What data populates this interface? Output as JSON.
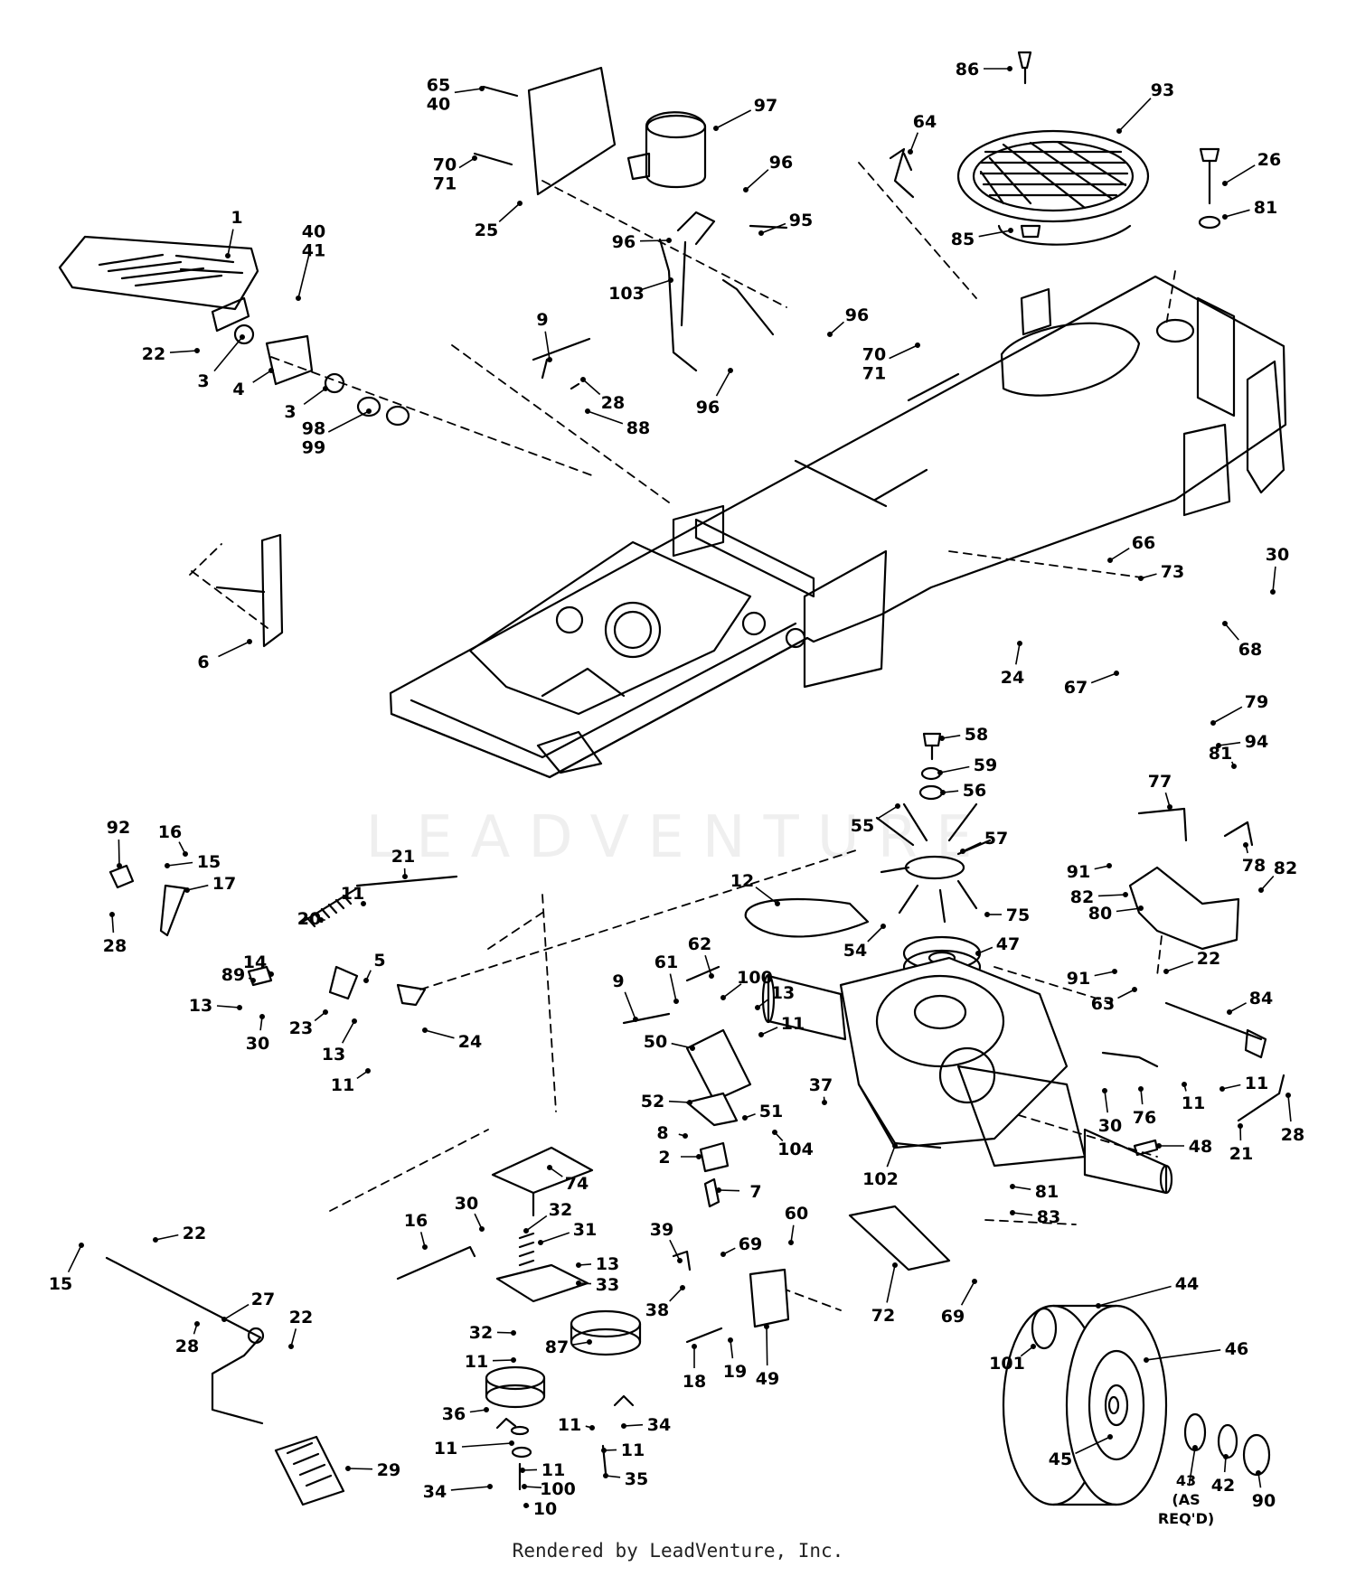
{
  "watermark": "LEADVENTURE",
  "footer": "Rendered by LeadVenture, Inc.",
  "callouts": [
    {
      "id": "c1",
      "lines": [
        "1"
      ]
    },
    {
      "id": "c22a",
      "lines": [
        "22"
      ]
    },
    {
      "id": "c3a",
      "lines": [
        "3"
      ]
    },
    {
      "id": "c4",
      "lines": [
        "4"
      ]
    },
    {
      "id": "c3b",
      "lines": [
        "3"
      ]
    },
    {
      "id": "c40-41",
      "lines": [
        "40",
        "41"
      ]
    },
    {
      "id": "c98-99",
      "lines": [
        "98",
        "99"
      ]
    },
    {
      "id": "c6",
      "lines": [
        "6"
      ]
    },
    {
      "id": "c65-40",
      "lines": [
        "65",
        "40"
      ]
    },
    {
      "id": "c70-71a",
      "lines": [
        "70",
        "71"
      ]
    },
    {
      "id": "c25",
      "lines": [
        "25"
      ]
    },
    {
      "id": "c97",
      "lines": [
        "97"
      ]
    },
    {
      "id": "c96a",
      "lines": [
        "96"
      ]
    },
    {
      "id": "c96b",
      "lines": [
        "96"
      ]
    },
    {
      "id": "c95",
      "lines": [
        "95"
      ]
    },
    {
      "id": "c103",
      "lines": [
        "103"
      ]
    },
    {
      "id": "c96c",
      "lines": [
        "96"
      ]
    },
    {
      "id": "c96d",
      "lines": [
        "96"
      ]
    },
    {
      "id": "c9a",
      "lines": [
        "9"
      ]
    },
    {
      "id": "c28a",
      "lines": [
        "28"
      ]
    },
    {
      "id": "c88",
      "lines": [
        "88"
      ]
    },
    {
      "id": "c86",
      "lines": [
        "86"
      ]
    },
    {
      "id": "c93",
      "lines": [
        "93"
      ]
    },
    {
      "id": "c64",
      "lines": [
        "64"
      ]
    },
    {
      "id": "c85",
      "lines": [
        "85"
      ]
    },
    {
      "id": "c26",
      "lines": [
        "26"
      ]
    },
    {
      "id": "c81a",
      "lines": [
        "81"
      ]
    },
    {
      "id": "c70-71b",
      "lines": [
        "70",
        "71"
      ]
    },
    {
      "id": "c66",
      "lines": [
        "66"
      ]
    },
    {
      "id": "c73",
      "lines": [
        "73"
      ]
    },
    {
      "id": "c30a",
      "lines": [
        "30"
      ]
    },
    {
      "id": "c68",
      "lines": [
        "68"
      ]
    },
    {
      "id": "c24a",
      "lines": [
        "24"
      ]
    },
    {
      "id": "c67",
      "lines": [
        "67"
      ]
    },
    {
      "id": "c16a",
      "lines": [
        "16"
      ]
    },
    {
      "id": "c92",
      "lines": [
        "92"
      ]
    },
    {
      "id": "c15a",
      "lines": [
        "15"
      ]
    },
    {
      "id": "c17",
      "lines": [
        "17"
      ]
    },
    {
      "id": "c28b",
      "lines": [
        "28"
      ]
    },
    {
      "id": "c21a",
      "lines": [
        "21"
      ]
    },
    {
      "id": "c20",
      "lines": [
        "20"
      ]
    },
    {
      "id": "c11a",
      "lines": [
        "11"
      ]
    },
    {
      "id": "c14",
      "lines": [
        "14"
      ]
    },
    {
      "id": "c5",
      "lines": [
        "5"
      ]
    },
    {
      "id": "c89",
      "lines": [
        "89"
      ]
    },
    {
      "id": "c13a",
      "lines": [
        "13"
      ]
    },
    {
      "id": "c30b",
      "lines": [
        "30"
      ]
    },
    {
      "id": "c23",
      "lines": [
        "23"
      ]
    },
    {
      "id": "c13b",
      "lines": [
        "13"
      ]
    },
    {
      "id": "c24b",
      "lines": [
        "24"
      ]
    },
    {
      "id": "c11b",
      "lines": [
        "11"
      ]
    },
    {
      "id": "c58a",
      "lines": [
        "58"
      ]
    },
    {
      "id": "c59",
      "lines": [
        "59"
      ]
    },
    {
      "id": "c56",
      "lines": [
        "56"
      ]
    },
    {
      "id": "c55",
      "lines": [
        "55"
      ]
    },
    {
      "id": "c57",
      "lines": [
        "57"
      ]
    },
    {
      "id": "c12",
      "lines": [
        "12"
      ]
    },
    {
      "id": "c54",
      "lines": [
        "54"
      ]
    },
    {
      "id": "c75",
      "lines": [
        "75"
      ]
    },
    {
      "id": "c47",
      "lines": [
        "47"
      ]
    },
    {
      "id": "c77",
      "lines": [
        "77"
      ]
    },
    {
      "id": "c79",
      "lines": [
        "79"
      ]
    },
    {
      "id": "c94",
      "lines": [
        "94"
      ]
    },
    {
      "id": "c81b",
      "lines": [
        "81"
      ]
    },
    {
      "id": "c78",
      "lines": [
        "78"
      ]
    },
    {
      "id": "c91a",
      "lines": [
        "91"
      ]
    },
    {
      "id": "c82a",
      "lines": [
        "82"
      ]
    },
    {
      "id": "c80",
      "lines": [
        "80"
      ]
    },
    {
      "id": "c82b",
      "lines": [
        "82"
      ]
    },
    {
      "id": "c9b",
      "lines": [
        "9"
      ]
    },
    {
      "id": "c61",
      "lines": [
        "61"
      ]
    },
    {
      "id": "c62",
      "lines": [
        "62"
      ]
    },
    {
      "id": "c100a",
      "lines": [
        "100"
      ]
    },
    {
      "id": "c13c",
      "lines": [
        "13"
      ]
    },
    {
      "id": "c11c",
      "lines": [
        "11"
      ]
    },
    {
      "id": "c50",
      "lines": [
        "50"
      ]
    },
    {
      "id": "c52",
      "lines": [
        "52"
      ]
    },
    {
      "id": "c51",
      "lines": [
        "51"
      ]
    },
    {
      "id": "c37",
      "lines": [
        "37"
      ]
    },
    {
      "id": "c8",
      "lines": [
        "8"
      ]
    },
    {
      "id": "c104",
      "lines": [
        "104"
      ]
    },
    {
      "id": "c2",
      "lines": [
        "2"
      ]
    },
    {
      "id": "c91b",
      "lines": [
        "91"
      ]
    },
    {
      "id": "c22b",
      "lines": [
        "22"
      ]
    },
    {
      "id": "c63",
      "lines": [
        "63"
      ]
    },
    {
      "id": "c84",
      "lines": [
        "84"
      ]
    },
    {
      "id": "c11d",
      "lines": [
        "11"
      ]
    },
    {
      "id": "c28c",
      "lines": [
        "28"
      ]
    },
    {
      "id": "c30c",
      "lines": [
        "30"
      ]
    },
    {
      "id": "c76",
      "lines": [
        "76"
      ]
    },
    {
      "id": "c11e",
      "lines": [
        "11"
      ]
    },
    {
      "id": "c21b",
      "lines": [
        "21"
      ]
    },
    {
      "id": "c102",
      "lines": [
        "102"
      ]
    },
    {
      "id": "c48",
      "lines": [
        "48"
      ]
    },
    {
      "id": "c81c",
      "lines": [
        "81"
      ]
    },
    {
      "id": "c83",
      "lines": [
        "83"
      ]
    },
    {
      "id": "c74",
      "lines": [
        "74"
      ]
    },
    {
      "id": "c7",
      "lines": [
        "7"
      ]
    },
    {
      "id": "c30d",
      "lines": [
        "30"
      ]
    },
    {
      "id": "c32a",
      "lines": [
        "32"
      ]
    },
    {
      "id": "c31",
      "lines": [
        "31"
      ]
    },
    {
      "id": "c16b",
      "lines": [
        "16"
      ]
    },
    {
      "id": "c13d",
      "lines": [
        "13"
      ]
    },
    {
      "id": "c33",
      "lines": [
        "33"
      ]
    },
    {
      "id": "c39",
      "lines": [
        "39"
      ]
    },
    {
      "id": "c69a",
      "lines": [
        "69"
      ]
    },
    {
      "id": "c60",
      "lines": [
        "60"
      ]
    },
    {
      "id": "c72",
      "lines": [
        "72"
      ]
    },
    {
      "id": "c69b",
      "lines": [
        "69"
      ]
    },
    {
      "id": "c38",
      "lines": [
        "38"
      ]
    },
    {
      "id": "c15b",
      "lines": [
        "15"
      ]
    },
    {
      "id": "c22c",
      "lines": [
        "22"
      ]
    },
    {
      "id": "c27",
      "lines": [
        "27"
      ]
    },
    {
      "id": "c22d",
      "lines": [
        "22"
      ]
    },
    {
      "id": "c28d",
      "lines": [
        "28"
      ]
    },
    {
      "id": "c29",
      "lines": [
        "29"
      ]
    },
    {
      "id": "c32b",
      "lines": [
        "32"
      ]
    },
    {
      "id": "c11f",
      "lines": [
        "11"
      ]
    },
    {
      "id": "c87",
      "lines": [
        "87"
      ]
    },
    {
      "id": "c36",
      "lines": [
        "36"
      ]
    },
    {
      "id": "c11g",
      "lines": [
        "11"
      ]
    },
    {
      "id": "c11h",
      "lines": [
        "11"
      ]
    },
    {
      "id": "c34a",
      "lines": [
        "34"
      ]
    },
    {
      "id": "c34b",
      "lines": [
        "34"
      ]
    },
    {
      "id": "c11i",
      "lines": [
        "11"
      ]
    },
    {
      "id": "c100b",
      "lines": [
        "100"
      ]
    },
    {
      "id": "c10",
      "lines": [
        "10"
      ]
    },
    {
      "id": "c11j",
      "lines": [
        "11"
      ]
    },
    {
      "id": "c35",
      "lines": [
        "35"
      ]
    },
    {
      "id": "c18",
      "lines": [
        "18"
      ]
    },
    {
      "id": "c19",
      "lines": [
        "19"
      ]
    },
    {
      "id": "c49",
      "lines": [
        "49"
      ]
    },
    {
      "id": "c44",
      "lines": [
        "44"
      ]
    },
    {
      "id": "c101",
      "lines": [
        "101"
      ]
    },
    {
      "id": "c46",
      "lines": [
        "46"
      ]
    },
    {
      "id": "c45",
      "lines": [
        "45"
      ]
    },
    {
      "id": "c43",
      "lines": [
        "43",
        "(AS",
        "REQ'D)"
      ]
    },
    {
      "id": "c42",
      "lines": [
        "42"
      ]
    },
    {
      "id": "c90",
      "lines": [
        "90"
      ]
    }
  ]
}
